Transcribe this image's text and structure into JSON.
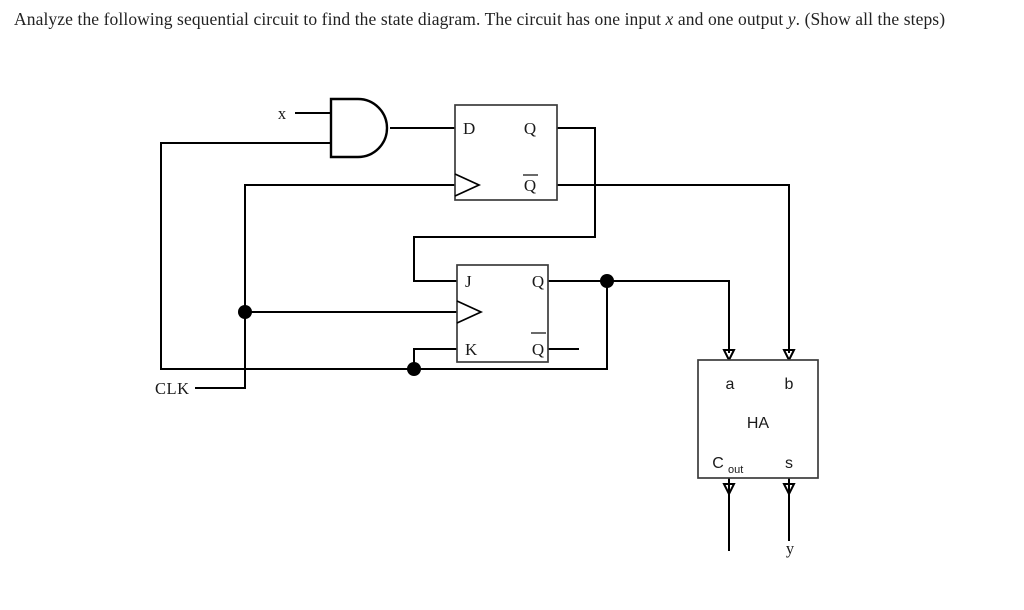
{
  "question": {
    "line1_a": "Analyze the following sequential circuit to find the state diagram. The circuit has one input ",
    "line1_var": "x",
    "line1_b": " and",
    "line2_a": "one output ",
    "line2_var": "y",
    "line2_b": ". (Show all the steps)"
  },
  "circuit": {
    "inputs": {
      "x_label": "x",
      "clk_label": "CLK"
    },
    "outputs": {
      "y_label": "y"
    },
    "and_gate": {
      "name": "AND",
      "inputs": [
        "x",
        "feedback-from-JK-Q"
      ],
      "output": "D"
    },
    "d_flipflop": {
      "type": "D",
      "pins": {
        "d": "D",
        "clk": "",
        "q": "Q",
        "qbar": "Q"
      },
      "qbar_has_overbar": true
    },
    "jk_flipflop": {
      "type": "JK",
      "pins": {
        "j": "J",
        "clk": "",
        "k": "K",
        "q": "Q",
        "qbar": "Q"
      },
      "qbar_has_overbar": true
    },
    "half_adder": {
      "title": "HA",
      "input_a": "a",
      "input_b": "b",
      "output_carry": "C",
      "output_carry_sub": "out",
      "output_sum": "s"
    },
    "colors": {
      "wire": "#000000",
      "box_stroke": "#3c3c3c",
      "text": "#1a1a1a",
      "background": "#ffffff"
    }
  }
}
